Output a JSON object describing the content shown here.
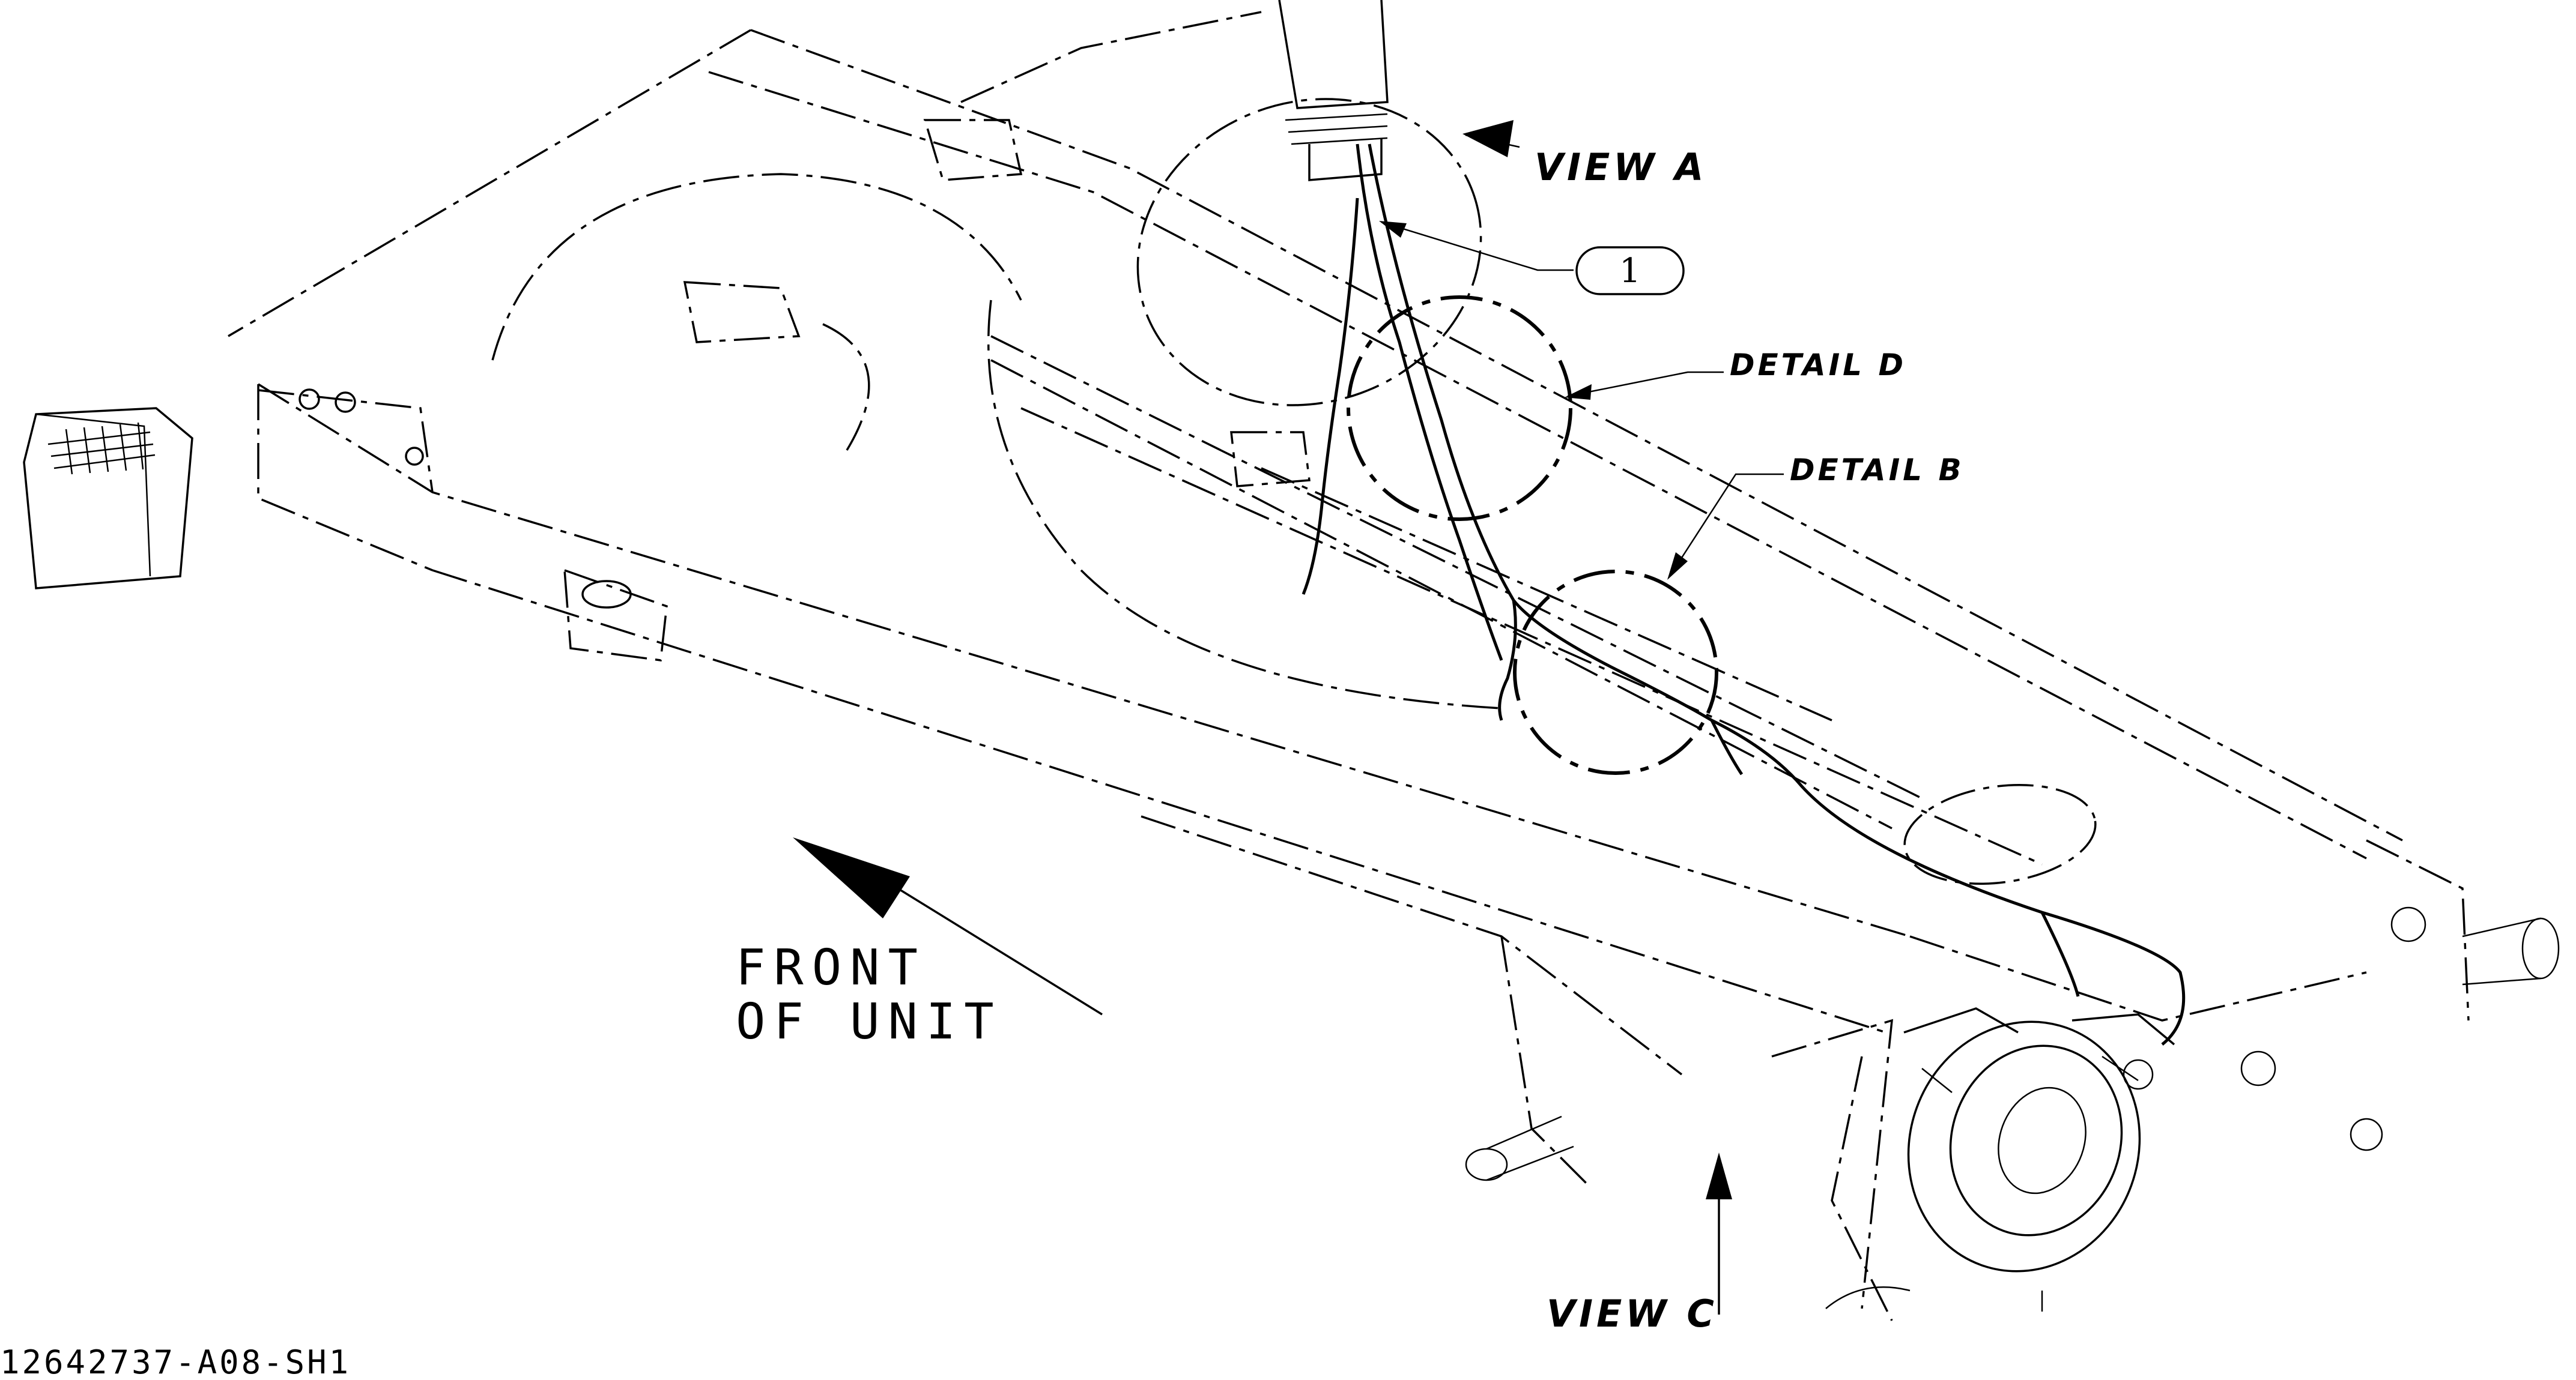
{
  "drawing_number": "12642737-A08-SH1",
  "views": {
    "view_a": "VIEW A",
    "view_c": "VIEW C"
  },
  "details": {
    "detail_d": "DETAIL D",
    "detail_b": "DETAIL B"
  },
  "item_balloon": "1",
  "orientation": {
    "line1": "FRONT",
    "line2": "OF UNIT"
  },
  "colors": {
    "line": "#000000",
    "background": "#ffffff"
  }
}
